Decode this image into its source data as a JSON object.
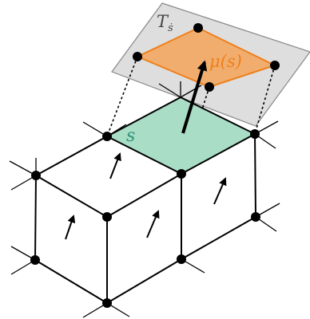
{
  "labels": {
    "plane": "T",
    "plane_sub": "ṡ",
    "square": "s",
    "mu": "μ(s)"
  },
  "colors": {
    "plane_fill": "#dedede",
    "plane_stroke": "#888888",
    "square_fill": "#a9ddc6",
    "projected_fill": "#f1ad6e",
    "projected_stroke": "#ef7f1a",
    "square_label": "#2f9478",
    "mu_label": "#ef7f1a",
    "line": "#000000",
    "node": "#000000"
  }
}
